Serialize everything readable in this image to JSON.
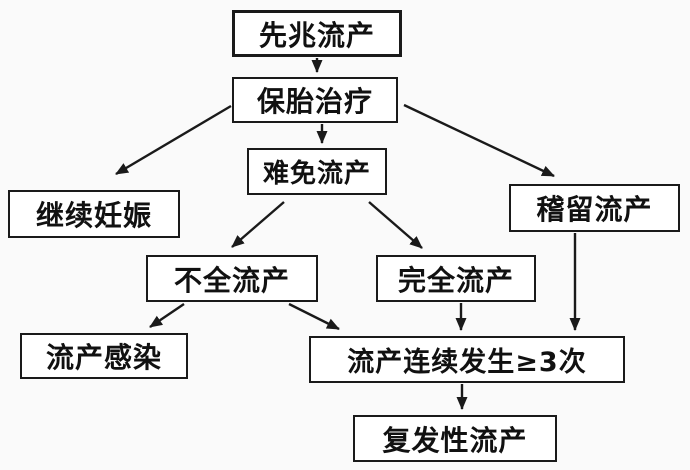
{
  "diagram": {
    "background_color": "#fafafa",
    "box_fill_color": "#ffffff",
    "box_border_color": "#1a1a1a",
    "arrow_color": "#1a1a1a",
    "nodes": [
      {
        "id": "threatened",
        "label": "先兆流产"
      },
      {
        "id": "treatment",
        "label": "保胎治疗"
      },
      {
        "id": "inevitable",
        "label": "难免流产"
      },
      {
        "id": "continue",
        "label": "继续妊娠"
      },
      {
        "id": "missed",
        "label": "稽留流产"
      },
      {
        "id": "incomplete",
        "label": "不全流产"
      },
      {
        "id": "complete",
        "label": "完全流产"
      },
      {
        "id": "infection",
        "label": "流产感染"
      },
      {
        "id": "consecutive",
        "label": "流产连续发生≥3次"
      },
      {
        "id": "recurrent",
        "label": "复发性流产"
      }
    ],
    "edges": [
      {
        "from": "threatened",
        "to": "treatment"
      },
      {
        "from": "treatment",
        "to": "continue"
      },
      {
        "from": "treatment",
        "to": "inevitable"
      },
      {
        "from": "treatment",
        "to": "missed"
      },
      {
        "from": "inevitable",
        "to": "incomplete"
      },
      {
        "from": "inevitable",
        "to": "complete"
      },
      {
        "from": "incomplete",
        "to": "infection"
      },
      {
        "from": "incomplete",
        "to": "consecutive"
      },
      {
        "from": "complete",
        "to": "consecutive"
      },
      {
        "from": "missed",
        "to": "consecutive"
      },
      {
        "from": "consecutive",
        "to": "recurrent"
      }
    ]
  }
}
